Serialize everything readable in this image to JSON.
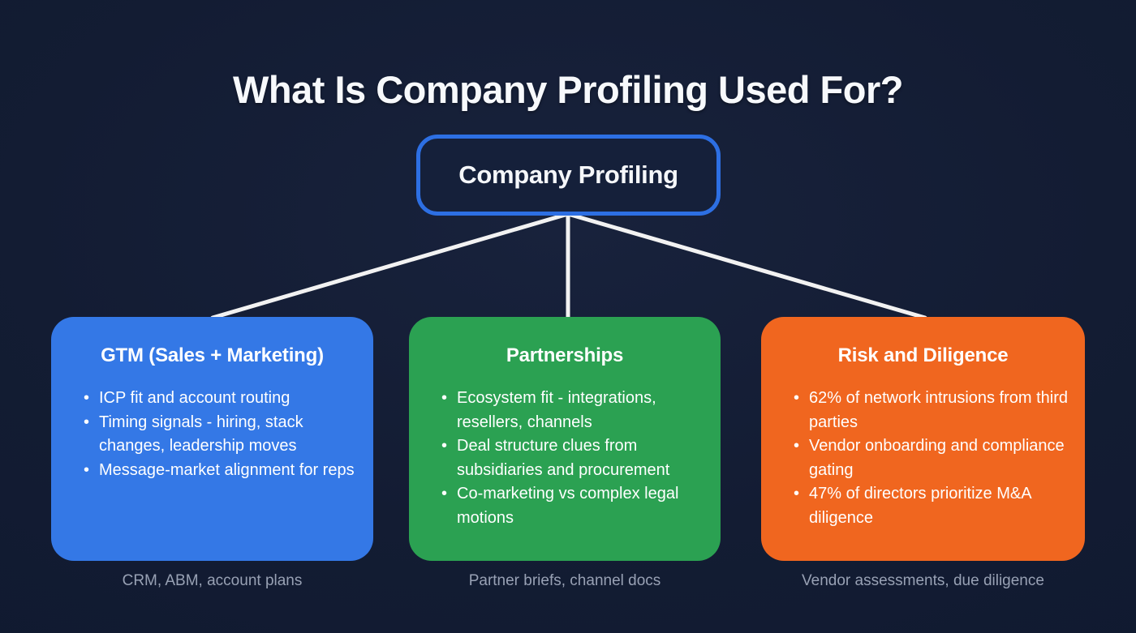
{
  "title": "What Is Company Profiling Used For?",
  "root_node": {
    "label": "Company Profiling"
  },
  "colors": {
    "background": "#131c33",
    "title_text": "#f7f9fc",
    "node_border": "#2d6fe3",
    "node_fill": "#15203a",
    "connector": "#f2f2f2",
    "card_text": "#ffffff",
    "caption_text": "#98a1b4"
  },
  "branches": [
    {
      "id": "gtm",
      "title": "GTM (Sales + Marketing)",
      "color": "#3478e6",
      "bullets": [
        "ICP fit and account routing",
        "Timing signals - hiring, stack changes, leadership moves",
        "Message-market alignment for reps"
      ],
      "caption": "CRM, ABM, account plans"
    },
    {
      "id": "partnerships",
      "title": "Partnerships",
      "color": "#2ba152",
      "bullets": [
        "Ecosystem fit - integrations, resellers, channels",
        "Deal structure clues from subsidiaries and procurement",
        "Co-marketing vs complex legal motions"
      ],
      "caption": "Partner briefs, channel docs"
    },
    {
      "id": "risk",
      "title": "Risk and Diligence",
      "color": "#f0661f",
      "bullets": [
        "62% of network intrusions from third parties",
        "Vendor onboarding and compliance gating",
        "47% of directors prioritize M&A diligence"
      ],
      "caption": "Vendor assessments, due diligence"
    }
  ]
}
